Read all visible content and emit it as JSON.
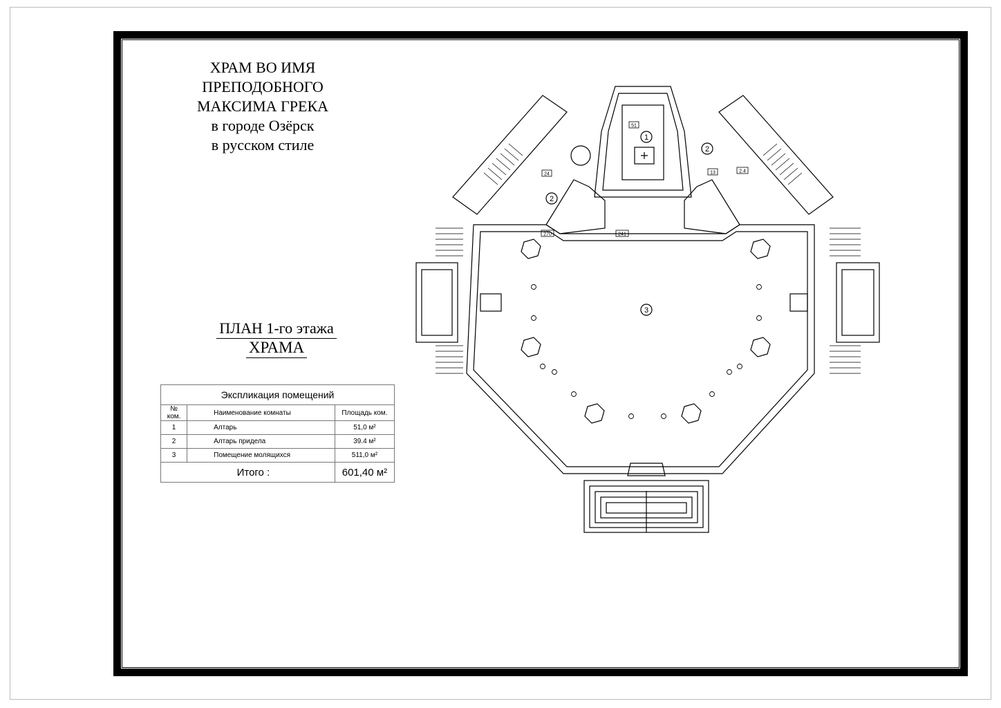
{
  "sheet": {
    "title_lines": [
      "ХРАМ ВО ИМЯ",
      "ПРЕПОДОБНОГО",
      "МАКСИМА ГРЕКА",
      "в городе Озёрск",
      "в русском стиле"
    ],
    "plan_title_line1": "ПЛАН 1-го этажа",
    "plan_title_line2": "ХРАМА"
  },
  "explication": {
    "caption": "Экспликация помещений",
    "headers": [
      "№ ком.",
      "Наименование комнаты",
      "Площадь ком."
    ],
    "rows": [
      {
        "num": "1",
        "name": "Алтарь",
        "area": "51,0 м²"
      },
      {
        "num": "2",
        "name": "Алтарь придела",
        "area": "39.4 м²"
      },
      {
        "num": "3",
        "name": "Помещение молящихся",
        "area": "511,0 м²"
      }
    ],
    "total_label": "Итого :",
    "total_value": "601,40 м²"
  },
  "plan": {
    "room_markers": [
      "1",
      "2",
      "2",
      "3"
    ],
    "dimension_tags": [
      "51",
      "24",
      "13",
      "2.4",
      "270",
      "241"
    ]
  }
}
